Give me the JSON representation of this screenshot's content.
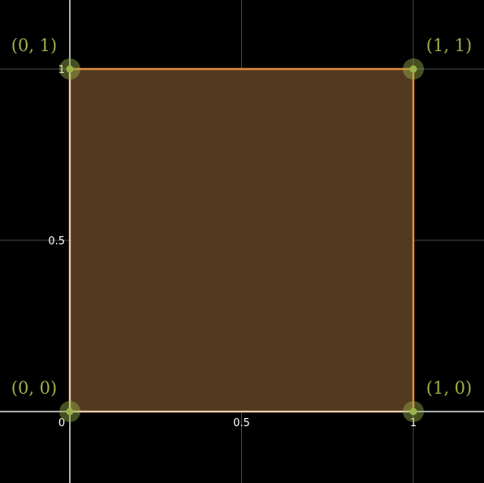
{
  "chart_data": {
    "type": "scatter",
    "title": "",
    "xlabel": "",
    "ylabel": "",
    "xlim": [
      -0.2,
      1.2
    ],
    "ylim": [
      -0.2,
      1.2
    ],
    "grid": true,
    "x_ticks": [
      {
        "value": 0,
        "label": "0"
      },
      {
        "value": 0.5,
        "label": "0.5"
      },
      {
        "value": 1,
        "label": "1"
      }
    ],
    "y_ticks": [
      {
        "value": 0.5,
        "label": "0.5"
      },
      {
        "value": 1,
        "label": "1"
      }
    ],
    "region": {
      "shape": "square",
      "vertices": [
        [
          0,
          0
        ],
        [
          1,
          0
        ],
        [
          1,
          1
        ],
        [
          0,
          1
        ]
      ],
      "fill_color": "#533920",
      "stroke_color": "#e08c3c"
    },
    "points": [
      {
        "x": 0,
        "y": 1,
        "label": "(0, 1)"
      },
      {
        "x": 1,
        "y": 1,
        "label": "(1, 1)"
      },
      {
        "x": 0,
        "y": 0,
        "label": "(0, 0)"
      },
      {
        "x": 1,
        "y": 0,
        "label": "(1, 0)"
      }
    ],
    "point_color": "#9ab24a",
    "label_color": "#9ab24a",
    "grid_color": "#4a4a4a",
    "axis_color": "#e6e6e6"
  }
}
